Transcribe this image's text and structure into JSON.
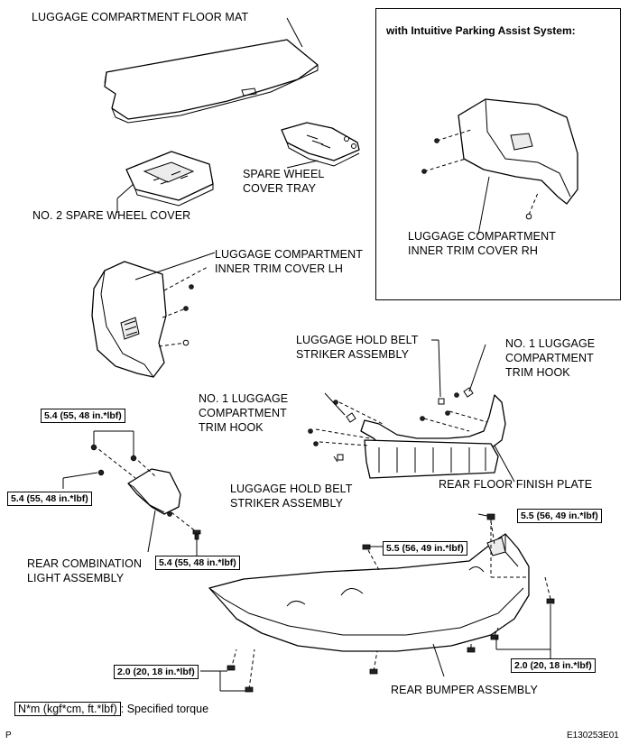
{
  "labels": {
    "floor_mat": "LUGGAGE COMPARTMENT FLOOR MAT",
    "spare_wheel_cover_tray_1": "SPARE WHEEL",
    "spare_wheel_cover_tray_2": "COVER TRAY",
    "no2_spare_wheel_cover": "NO. 2 SPARE WHEEL COVER",
    "inner_trim_lh_1": "LUGGAGE COMPARTMENT",
    "inner_trim_lh_2": "INNER TRIM COVER LH",
    "inset_title": "with Intuitive Parking Assist System:",
    "inner_trim_rh_1": "LUGGAGE COMPARTMENT",
    "inner_trim_rh_2": "INNER TRIM COVER RH",
    "belt_striker_top_1": "LUGGAGE HOLD BELT",
    "belt_striker_top_2": "STRIKER ASSEMBLY",
    "no1_hook_right_1": "NO. 1 LUGGAGE",
    "no1_hook_right_2": "COMPARTMENT",
    "no1_hook_right_3": "TRIM HOOK",
    "no1_hook_left_1": "NO. 1 LUGGAGE",
    "no1_hook_left_2": "COMPARTMENT",
    "no1_hook_left_3": "TRIM HOOK",
    "belt_striker_bottom_1": "LUGGAGE HOLD BELT",
    "belt_striker_bottom_2": "STRIKER ASSEMBLY",
    "rear_floor_finish_plate": "REAR FLOOR FINISH PLATE",
    "rear_combination_light_1": "REAR COMBINATION",
    "rear_combination_light_2": "LIGHT ASSEMBLY",
    "rear_bumper": "REAR BUMPER ASSEMBLY"
  },
  "torque": {
    "t1": "5.4 (55, 48 in.*lbf)",
    "t2": "5.4 (55, 48 in.*lbf)",
    "t3": "5.4 (55, 48 in.*lbf)",
    "t4": "5.5 (56, 49 in.*lbf)",
    "t5": "5.5 (56, 49 in.*lbf)",
    "t6": "2.0 (20, 18 in.*lbf)",
    "t7": "2.0 (20, 18 in.*lbf)"
  },
  "legend": {
    "unit": "N*m (kgf*cm, ft.*lbf)",
    "text": ": Specified torque"
  },
  "corner": {
    "left": "P",
    "right": "E130253E01"
  }
}
